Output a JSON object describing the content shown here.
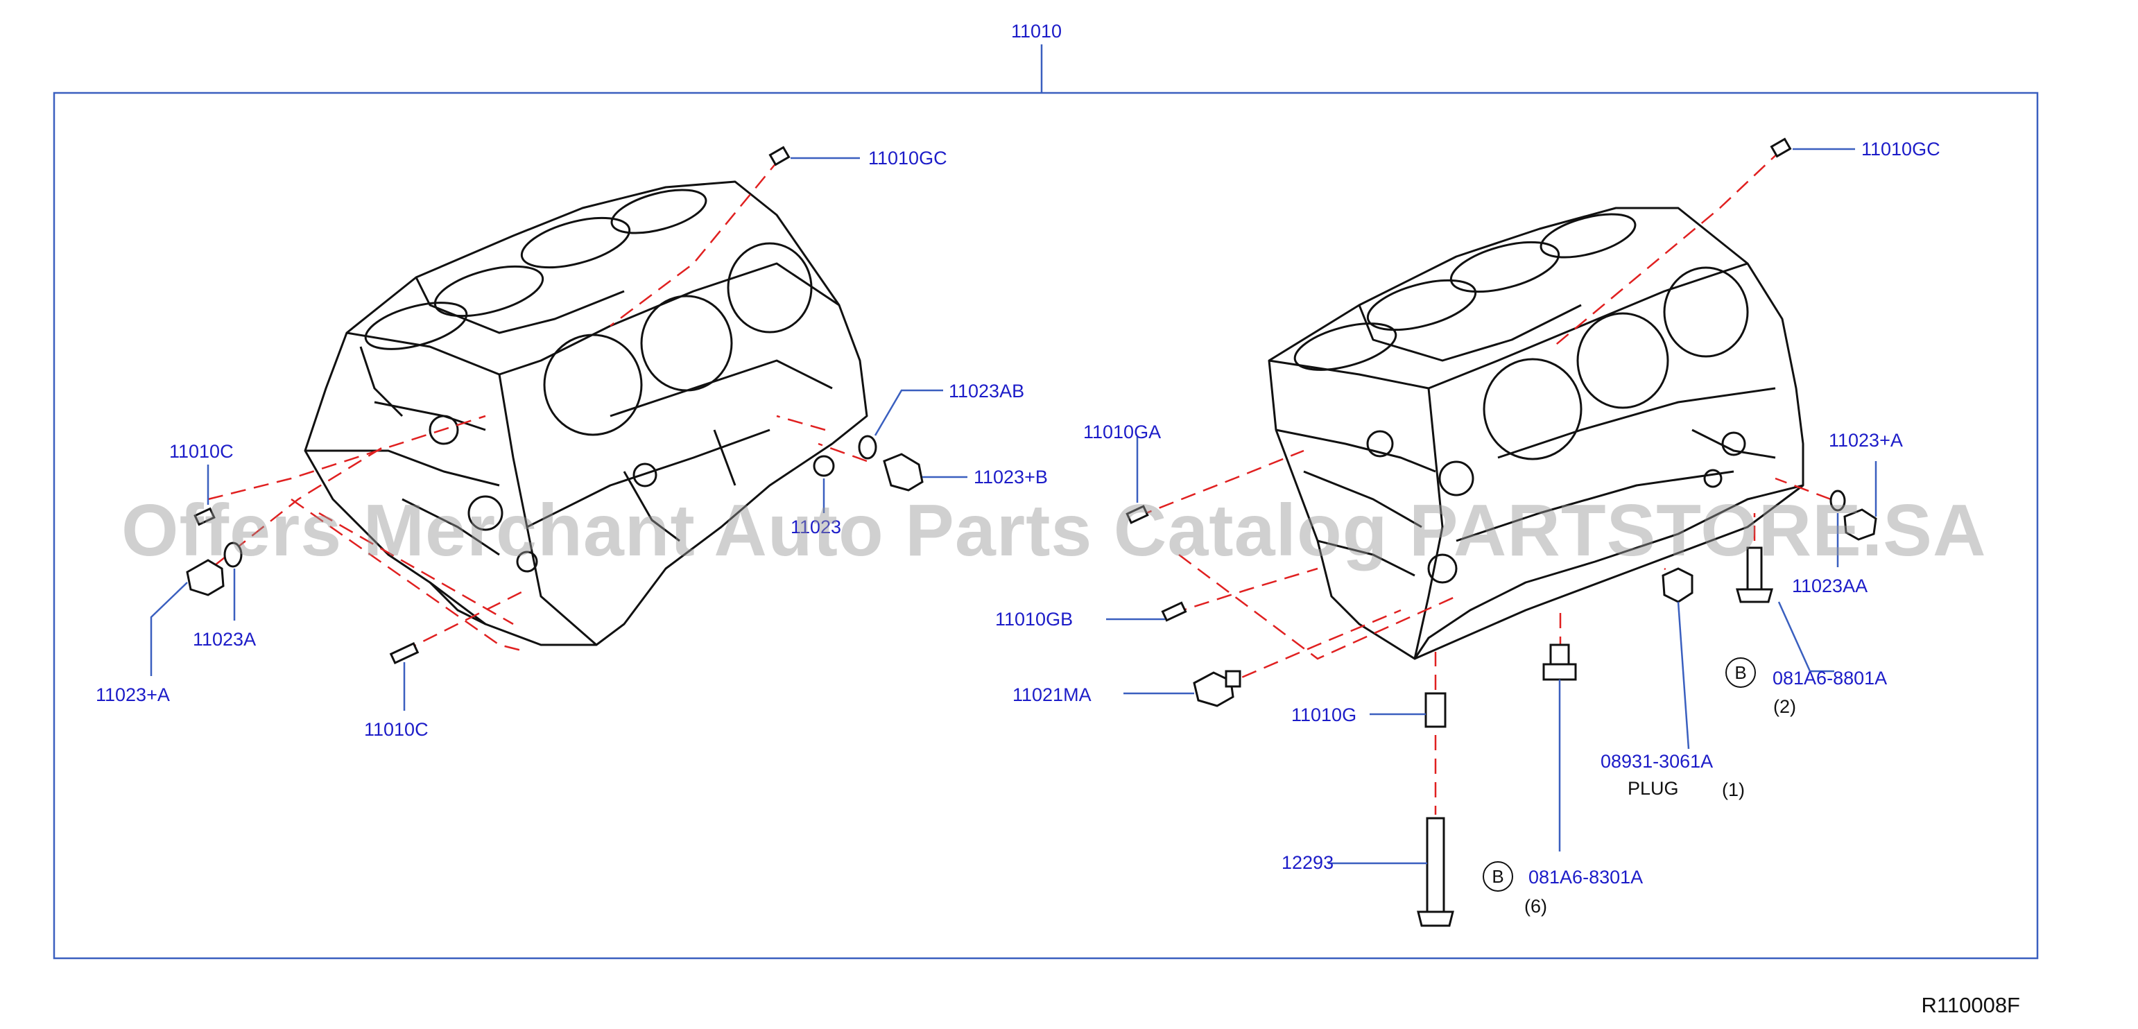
{
  "labels": {
    "top_assembly": "11010",
    "left_dowel_top": "11010GC",
    "left_seal_ab": "11023AB",
    "left_plug_b": "11023+B",
    "left_partial": "11023",
    "left_dowel_c_upper": "11010C",
    "left_seal_a": "11023A",
    "left_plug_a": "11023+A",
    "left_dowel_c_lower": "11010C",
    "right_dowel_top": "11010GC",
    "right_dowel_ga": "11010GA",
    "right_plug_a": "11023+A",
    "right_seal_aa": "11023AA",
    "right_dowel_gb": "11010GB",
    "right_bolt_ma": "11021MA",
    "right_bolt_8801": "081A6-8801A",
    "right_qty_8801": "(2)",
    "right_dowel_g": "11010G",
    "right_plug_part": "08931-3061A",
    "right_plug_name": "PLUG",
    "right_plug_qty": "(1)",
    "right_bolt_12293": "12293",
    "right_bolt_8301": "081A6-8301A",
    "right_qty_8301": "(6)",
    "circle_b_1": "B",
    "circle_b_2": "B"
  },
  "watermark": "Offers Merchant Auto Parts Catalog PARTSTORE.SA",
  "reference_code": "R110008F",
  "colors": {
    "label_blue": "#1c1cc8",
    "frame_blue": "#3a5fbf",
    "dash_red": "#e02020",
    "drawing_black": "#111111",
    "watermark_gray": "#969696"
  }
}
